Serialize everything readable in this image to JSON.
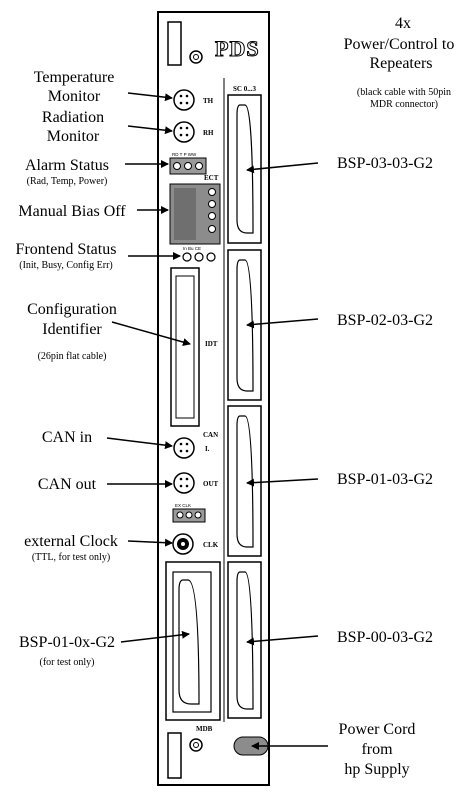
{
  "panel": {
    "logo": "PDS",
    "sc_label": "SC 0...3",
    "th": "TH",
    "rh": "RH",
    "ect": "ECT",
    "alarm_leds": "RD   T P WW",
    "frontend_leds": "In  Bu CE",
    "idt": "IDT",
    "can": "CAN",
    "can_in_mark": "I.",
    "can_out_mark": "OUT",
    "clk_small": "EX   CLK",
    "clk": "CLK",
    "mdb": "MDB"
  },
  "labels": {
    "top_right_1": "4x",
    "top_right_2": "Power/Control to",
    "top_right_3": "Repeaters",
    "top_right_note_1": "(black cable with 50pin",
    "top_right_note_2": "MDR connector)",
    "temp_1": "Temperature",
    "temp_2": "Monitor",
    "rad_1": "Radiation",
    "rad_2": "Monitor",
    "alarm": "Alarm Status",
    "alarm_note": "(Rad, Temp, Power)",
    "manual_bias": "Manual Bias Off",
    "frontend": "Frontend Status",
    "frontend_note": "(Init, Busy, Config Err)",
    "config_1": "Configuration",
    "config_2": "Identifier",
    "config_note": "(26pin flat cable)",
    "can_in": "CAN in",
    "can_out": "CAN out",
    "ext_clock": "external Clock",
    "ext_clock_note": "(TTL, for test only)",
    "bsp_0x": "BSP-01-0x-G2",
    "bsp_0x_note": "(for test only)",
    "bsp_03": "BSP-03-03-G2",
    "bsp_02": "BSP-02-03-G2",
    "bsp_01": "BSP-01-03-G2",
    "bsp_00": "BSP-00-03-G2",
    "power_1": "Power Cord",
    "power_2": "from",
    "power_3": "hp Supply"
  }
}
